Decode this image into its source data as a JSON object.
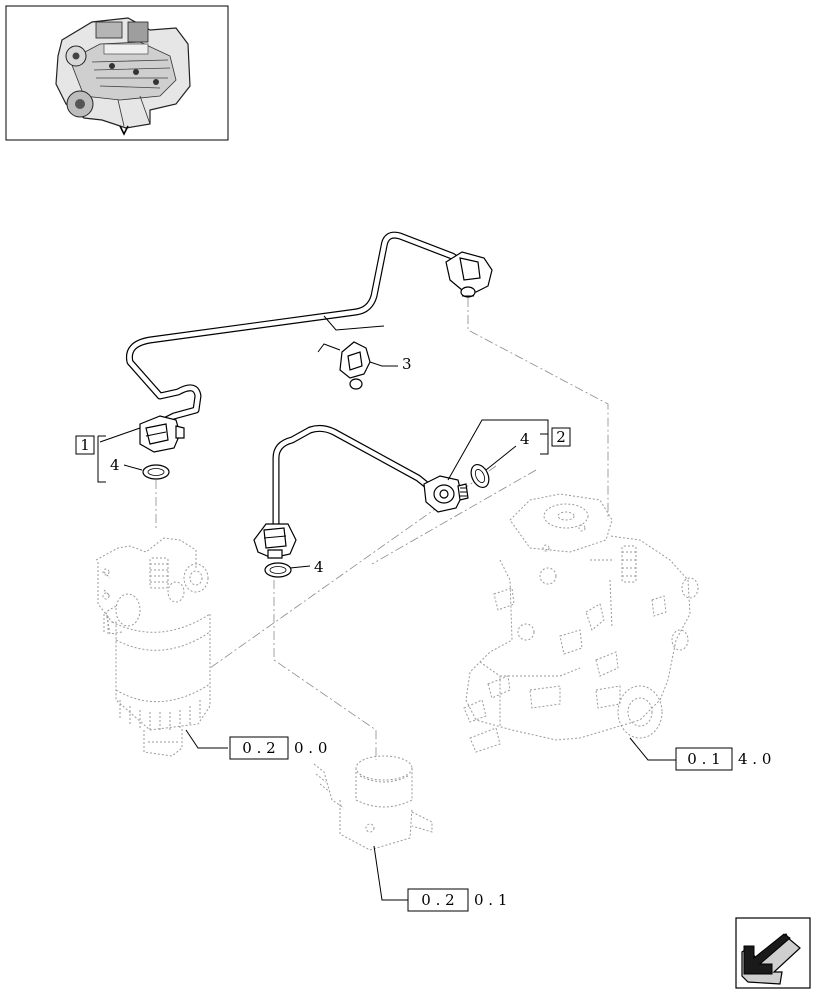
{
  "callouts": {
    "group_1": "1",
    "group_2": "2",
    "item_3": "3",
    "item_4_left": "4",
    "item_4_right": "4",
    "item_4_mid": "4"
  },
  "references": {
    "ref_200": {
      "boxed": "0 . 2",
      "rest": "0 . 0"
    },
    "ref_140": {
      "boxed": "0 . 1",
      "rest": "4 . 0"
    },
    "ref_201": {
      "boxed": "0 . 2",
      "rest": "0 . 1"
    }
  },
  "nav": {
    "icon": "arrow-back-icon"
  }
}
